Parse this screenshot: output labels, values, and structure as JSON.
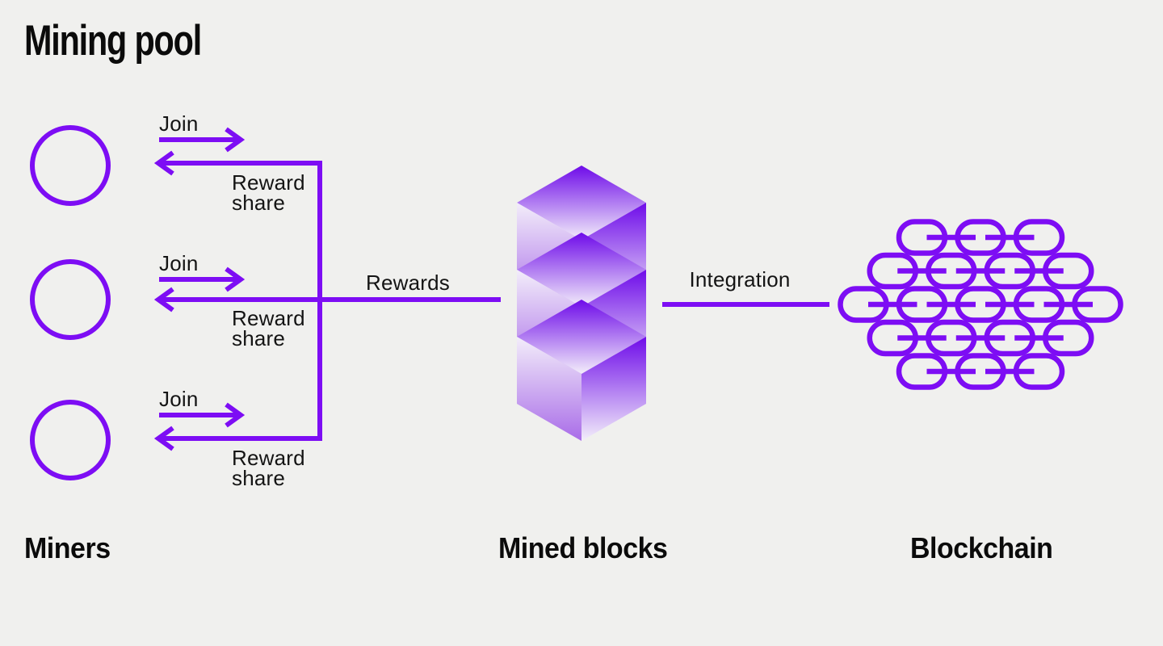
{
  "title": "Mining pool",
  "colors": {
    "accent": "#7D0DF4",
    "background": "#F0F0EE",
    "text": "#141414",
    "block_gradient_bright": "#6E0BE9",
    "block_gradient_mid": "#A96CE8",
    "block_gradient_light": "#F3EEFA"
  },
  "miners": {
    "section_label": "Miners",
    "rows": [
      {
        "join_label": "Join",
        "reward_share_lines": [
          "Reward",
          "share"
        ]
      },
      {
        "join_label": "Join",
        "reward_share_lines": [
          "Reward",
          "share"
        ]
      },
      {
        "join_label": "Join",
        "reward_share_lines": [
          "Reward",
          "share"
        ]
      }
    ]
  },
  "pool": {
    "rewards_label": "Rewards"
  },
  "mined_blocks": {
    "section_label": "Mined blocks",
    "cube_count": 3
  },
  "blockchain": {
    "section_label": "Blockchain",
    "integration_label": "Integration",
    "chain_rows": [
      3,
      4,
      5,
      4,
      3
    ]
  }
}
